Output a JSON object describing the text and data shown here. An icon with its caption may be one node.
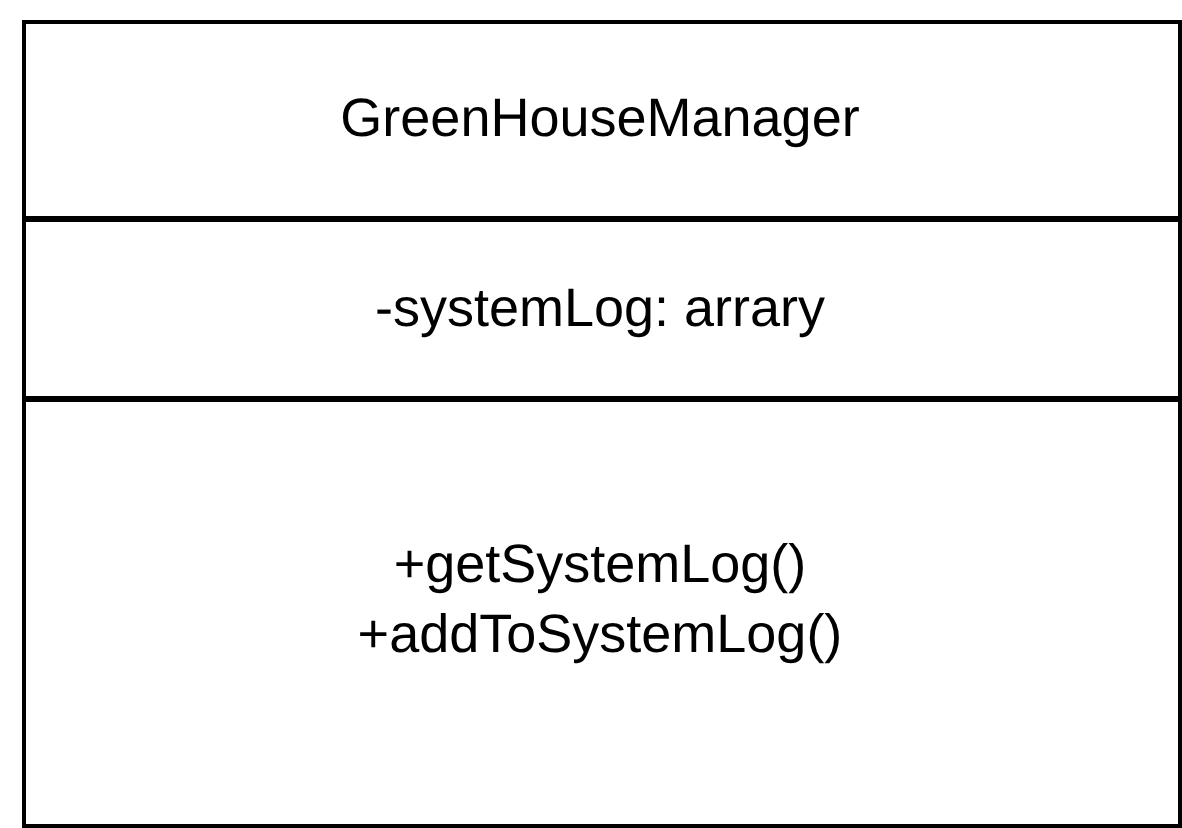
{
  "diagram": {
    "nodes": [
      {
        "text": [
          "GreenHouseManager",
          "-systemLog: arrary",
          "+getSystemLog() +addToSystemLog()"
        ]
      }
    ]
  }
}
